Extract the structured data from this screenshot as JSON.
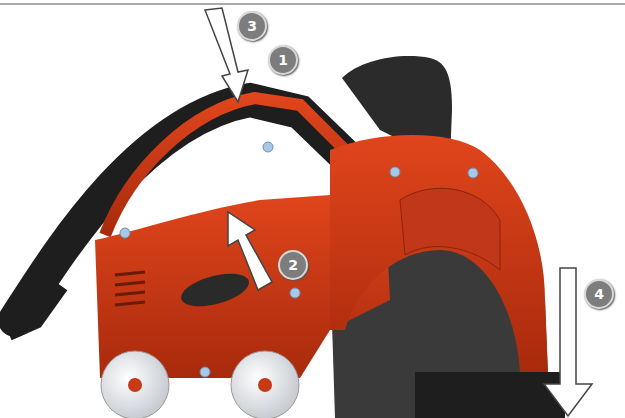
{
  "diagram": {
    "labels": [
      "3",
      "1",
      "2",
      "4"
    ]
  }
}
